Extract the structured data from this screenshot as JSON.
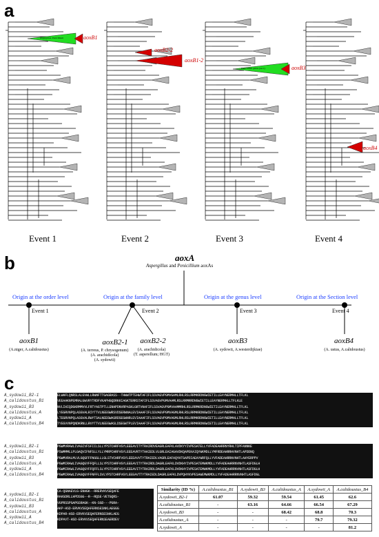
{
  "panels": {
    "a": "a",
    "b": "b",
    "c": "c"
  },
  "panel_a": {
    "events": [
      {
        "caption": "Event 1",
        "label": "aoxB1",
        "inner": "Aspergillus, Penicillium"
      },
      {
        "caption": "Event 2",
        "label_small": "aoxB2-2",
        "label": "aoxB1-2"
      },
      {
        "caption": "Event 3",
        "label": "aoxB3",
        "inner": "Penicillium genus (sect.)"
      },
      {
        "caption": "Event 4",
        "label": "aoxB4"
      }
    ]
  },
  "panel_b": {
    "root_gene": "aoxA",
    "root_sub_a": "Aspergillus",
    "root_sub_and": " and ",
    "root_sub_b": "Penicillium",
    "root_sub_c": " aoxAs",
    "origins": [
      {
        "text": "Origin at the order level",
        "event": "Event 1"
      },
      {
        "text": "Origin at the family level",
        "event": "Event 2"
      },
      {
        "text": "Origin at the genus level",
        "event": "Event 3"
      },
      {
        "text": "Origin at the Section level",
        "event": "Event 4"
      }
    ],
    "genes": [
      {
        "name": "aoxB1",
        "sub": "(A.niger, A.calidoustus)"
      },
      {
        "name": "aoxB2-1",
        "sub": "(A. terreus, P. chrysogenum)",
        "sub2": "(A. arachidicola)",
        "sub3": "(A. sydowii)"
      },
      {
        "name": "aoxB2-2",
        "sub": "(A. arachidicola)",
        "sub2": "(T. asperellum; HGT)"
      },
      {
        "name": "aoxB3",
        "sub": "(A. sydowii, A.westerdijkiae)"
      },
      {
        "name": "aoxB4",
        "sub": "(A. ustus, A.calidoustus)"
      }
    ]
  },
  "panel_c": {
    "seq_names": [
      "A_sydowii_B2-1",
      "A_calidoustus_B1",
      "A_sydowii_B3",
      "A_calidoustus_A",
      "A_sydowii_A",
      "A_calidoustus_B4"
    ],
    "block1": [
      "ELWHFLQNRSLALGVWLLRWNFTTGAGRASS--THWWTPTEHWTAFIFLSSVAGVPGMVGAMLRHLRSLRRMKRDNGWIETILLEAYNERMHLLTFLKL",
      "VEEAAKNPEMRALGWVRYTRDFVKAPHGQDRKKIAGKTERRSTAFIFLSSVAGVPGMVAAMLRSLRRMRRDNGWIETILLEAYNERMHLLTFLKLE",
      "NVLIHIQDGKRMMVVLFRTYAGTPTLLENHPDNVRPASKLGRTVNAFIFLSSVAGVPGMVAAMMRHLRSLRRMKRDNGWIETILEAYNERMHLLTFLKL",
      "LYEGRVNPQLASGVALRIYTTVLNEEGWRSVDSERWNALEVIAAAFIFLSSVAGVPGMVAGMLRHLRSLRRMKRDNGWIETILLEAYNERMHLLTFLKL",
      "LTEGRVNPQLASGVALRWYTSALNEEGWASRDSEGWNRLEVIAAAFIFLSSVAGVPGMVAGMLRHLRSLRRMKRDNGWIETILLEAYNERMHLLTFLKL",
      "TYEGVVNPQNDKRNLLRVYTTVLNEEGWASLDSEGWTPLEVIAAAFIFLSSVAGVPGMVAGMLRHLRSLRRMKRDNGWIETILLEAYNERMHLLTFLKL"
    ],
    "block2": [
      "PGWMVRAWLIVAGIVFSFIILSLLYPSTCHRFVGYLEEEAVITYTRAIRDVEAGRLEAFKLAVDKYYIVPESATELLYVFADEAHRRNYRHLTIPFANNKE",
      "PSWMMMLLPLGAQVIFNFSLLYLLYMRPCHRFVGYLEEEAVRTYTHAIEDLVLGRLEAIAGAVDKQAPEKAIQYWKMDLLYMFRDEAHRRHVNHTLAPDDNQ",
      "PGWMVRALMLVLGQGFFFNGGLLLGLSTVCHRFVGYLEEEAVVTYTRAIEDLVAGRLEAFAQYHTGAPDIAEAYWRFQLLYVFADEAHRRNVNHTLAHYERPPV",
      "PGWMIRAWLIVAGQGYFFQFLLSLYPSTCHRFVGYLEEEAVITYTRAIRDLDAGRLEAFKLDVDKHYIVPESATEMWKMDLLYVFADEAHRRNVNHTLASFDGLH",
      "PGWMIRAWLIVAGQGYFFQFFLSLYPSTCHRFVGYLEEEAVITYTRAIRDLDAGRLEAFKLDVDKHYIVPESATEMWKMDLLYVFADEAHRRNVNHTLASFDGLH",
      "PGWMIRAWLIVAGQGYFFNFFLSVLYPSTCHRFVGYLEEEAVTTYTRAIEDLDAGRLEAFKLDVPQHYKVPESAWEMWKMDLLYVFADEAHRRNVNHTLASFDGL"
    ],
    "block3": [
      "CA-QGNAEVLG-ENHGK--RRERVKVSEQAFE",
      "RAKGDRLLHPDSGG--R--RQSE-VETGQRS-",
      "VGPRSSPGAPGSRAGK--KN-SGD---PGRA-",
      "AKP-HSD-ERVKVSEQAFERNSESNKLAEGGG",
      "KDPAR-HSD-ERVKVSEQAFERNSESNKLAEG",
      "KDPAVT-HSD-ERVKVSEQAFERNSEAERDEV"
    ],
    "table": {
      "header": [
        "Similarity (ID %)",
        "A.calidoustus_B1",
        "A.sydowii_B3",
        "A.calidoustus_A",
        "A.sydowii_A",
        "A.calidoustus_B4"
      ],
      "rows": [
        [
          "A.sydowii_B2-1",
          "61.07",
          "59.32",
          "59.54",
          "61.45",
          "62.6"
        ],
        [
          "A.calidoustus_B1",
          "-",
          "63.16",
          "64.66",
          "66.54",
          "67.29"
        ],
        [
          "A.sydowii_B3",
          "-",
          "-",
          "68.42",
          "68.8",
          "70.3"
        ],
        [
          "A.calidoustus_A",
          "-",
          "-",
          "-",
          "79.7",
          "79.32"
        ],
        [
          "A.sydowii_A",
          "-",
          "-",
          "-",
          "-",
          "81.2"
        ]
      ]
    }
  },
  "colors": {
    "red": "#d40000",
    "green": "#22dd22",
    "grey": "#b4b4b4",
    "blue": "#1a3cff"
  }
}
